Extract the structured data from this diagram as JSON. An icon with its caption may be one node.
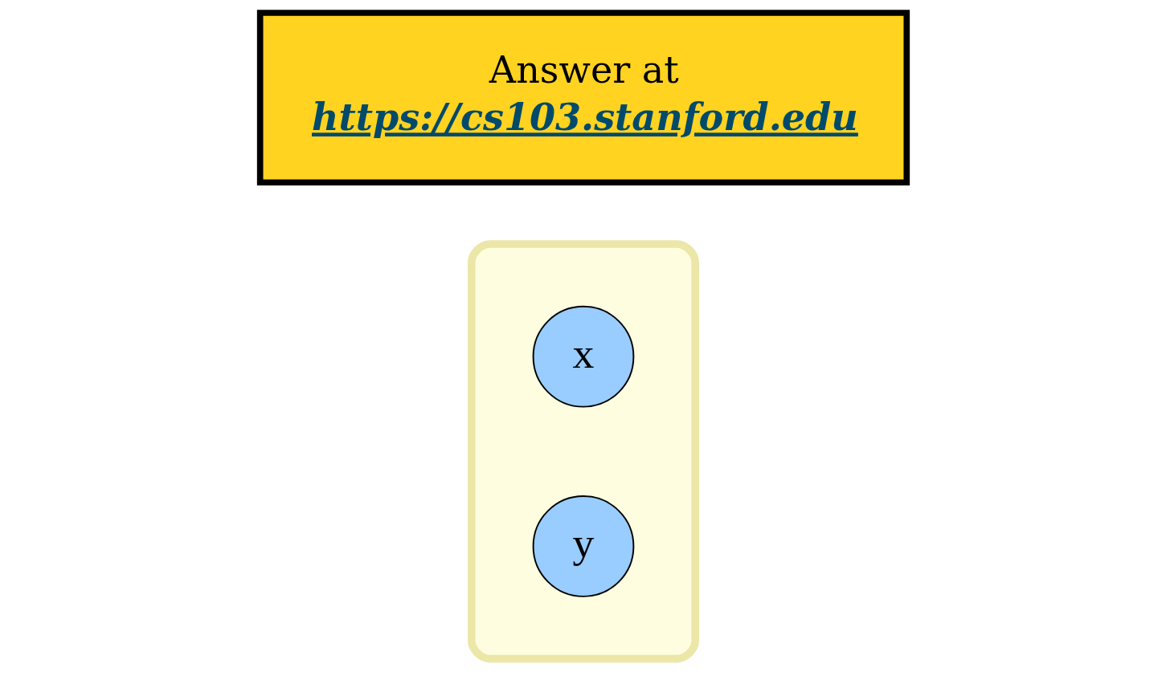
{
  "diagram": {
    "nodes": [
      {
        "text": [],
        "shape": "cloud"
      },
      {
        "text": [
          "x"
        ],
        "in": 0
      },
      {
        "text": [
          "y"
        ],
        "in": 0
      },
      {
        "text": [
          "Answer at",
          "https://cs103.stanford.edu"
        ]
      }
    ],
    "edges": []
  }
}
